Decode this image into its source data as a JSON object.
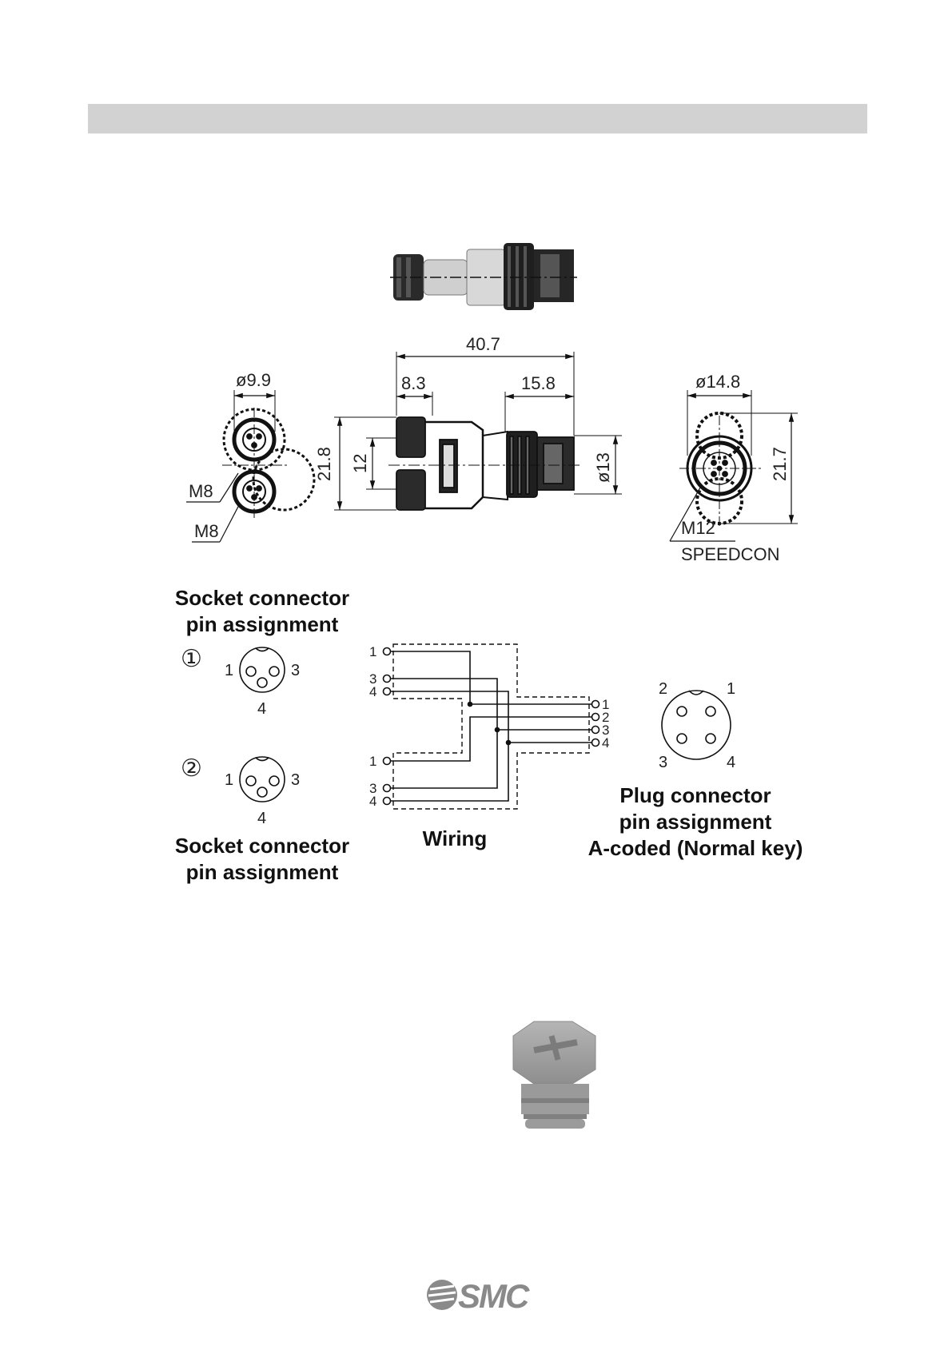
{
  "header": {
    "bar_color": "#d2d2d2"
  },
  "dimensions": {
    "overall_length": "40.7",
    "socket_length": "8.3",
    "plug_length": "15.8",
    "height_left": "21.8",
    "socket_spacing": "12",
    "plug_diameter_side": "ø13",
    "left_diameter": "ø9.9",
    "right_diameter": "ø14.8",
    "right_height": "21.7"
  },
  "threads": {
    "socket_1": "M8",
    "socket_2": "M8",
    "plug": "M12",
    "plug_type": "SPEEDCON"
  },
  "socket_top": {
    "caption_line1": "Socket connector",
    "caption_line2": "pin assignment",
    "marker": "①",
    "pins": [
      "1",
      "3",
      "4"
    ]
  },
  "socket_bottom": {
    "caption_line1": "Socket connector",
    "caption_line2": "pin assignment",
    "marker": "②",
    "pins": [
      "1",
      "3",
      "4"
    ]
  },
  "wiring": {
    "caption": "Wiring",
    "top_pins": [
      "1",
      "3",
      "4"
    ],
    "bottom_pins": [
      "1",
      "3",
      "4"
    ],
    "plug_pins": [
      "1",
      "2",
      "3",
      "4"
    ]
  },
  "plug": {
    "caption_line1": "Plug connector",
    "caption_line2": "pin assignment",
    "caption_line3": "A-coded (Normal key)",
    "pins": [
      "2",
      "1",
      "3",
      "4"
    ]
  },
  "footer": {
    "brand": "SMC",
    "brand_color": "#8a8a8a"
  },
  "icons": [
    "connector-photo",
    "blanking-plug-photo",
    "smc-logo-icon"
  ]
}
